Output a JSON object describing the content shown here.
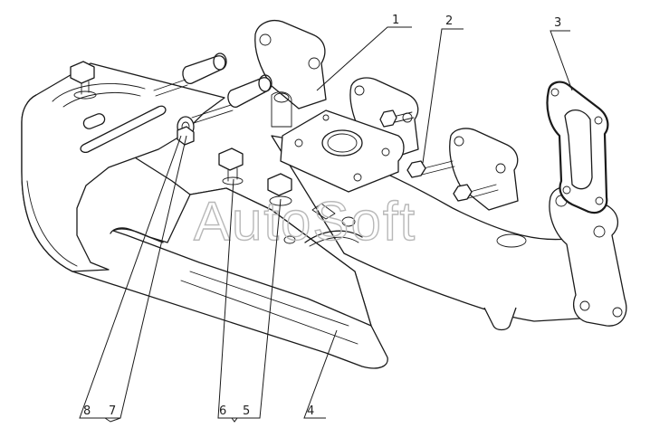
{
  "callouts": {
    "c1": "1",
    "c2": "2",
    "c3": "3",
    "c4": "4",
    "c5": "5",
    "c6": "6",
    "c7": "7",
    "c8": "8"
  },
  "watermark": "AutoSoft",
  "colors": {
    "line": "#1a1a1a",
    "watermark": "#b8b8b8",
    "background": "#ffffff"
  }
}
